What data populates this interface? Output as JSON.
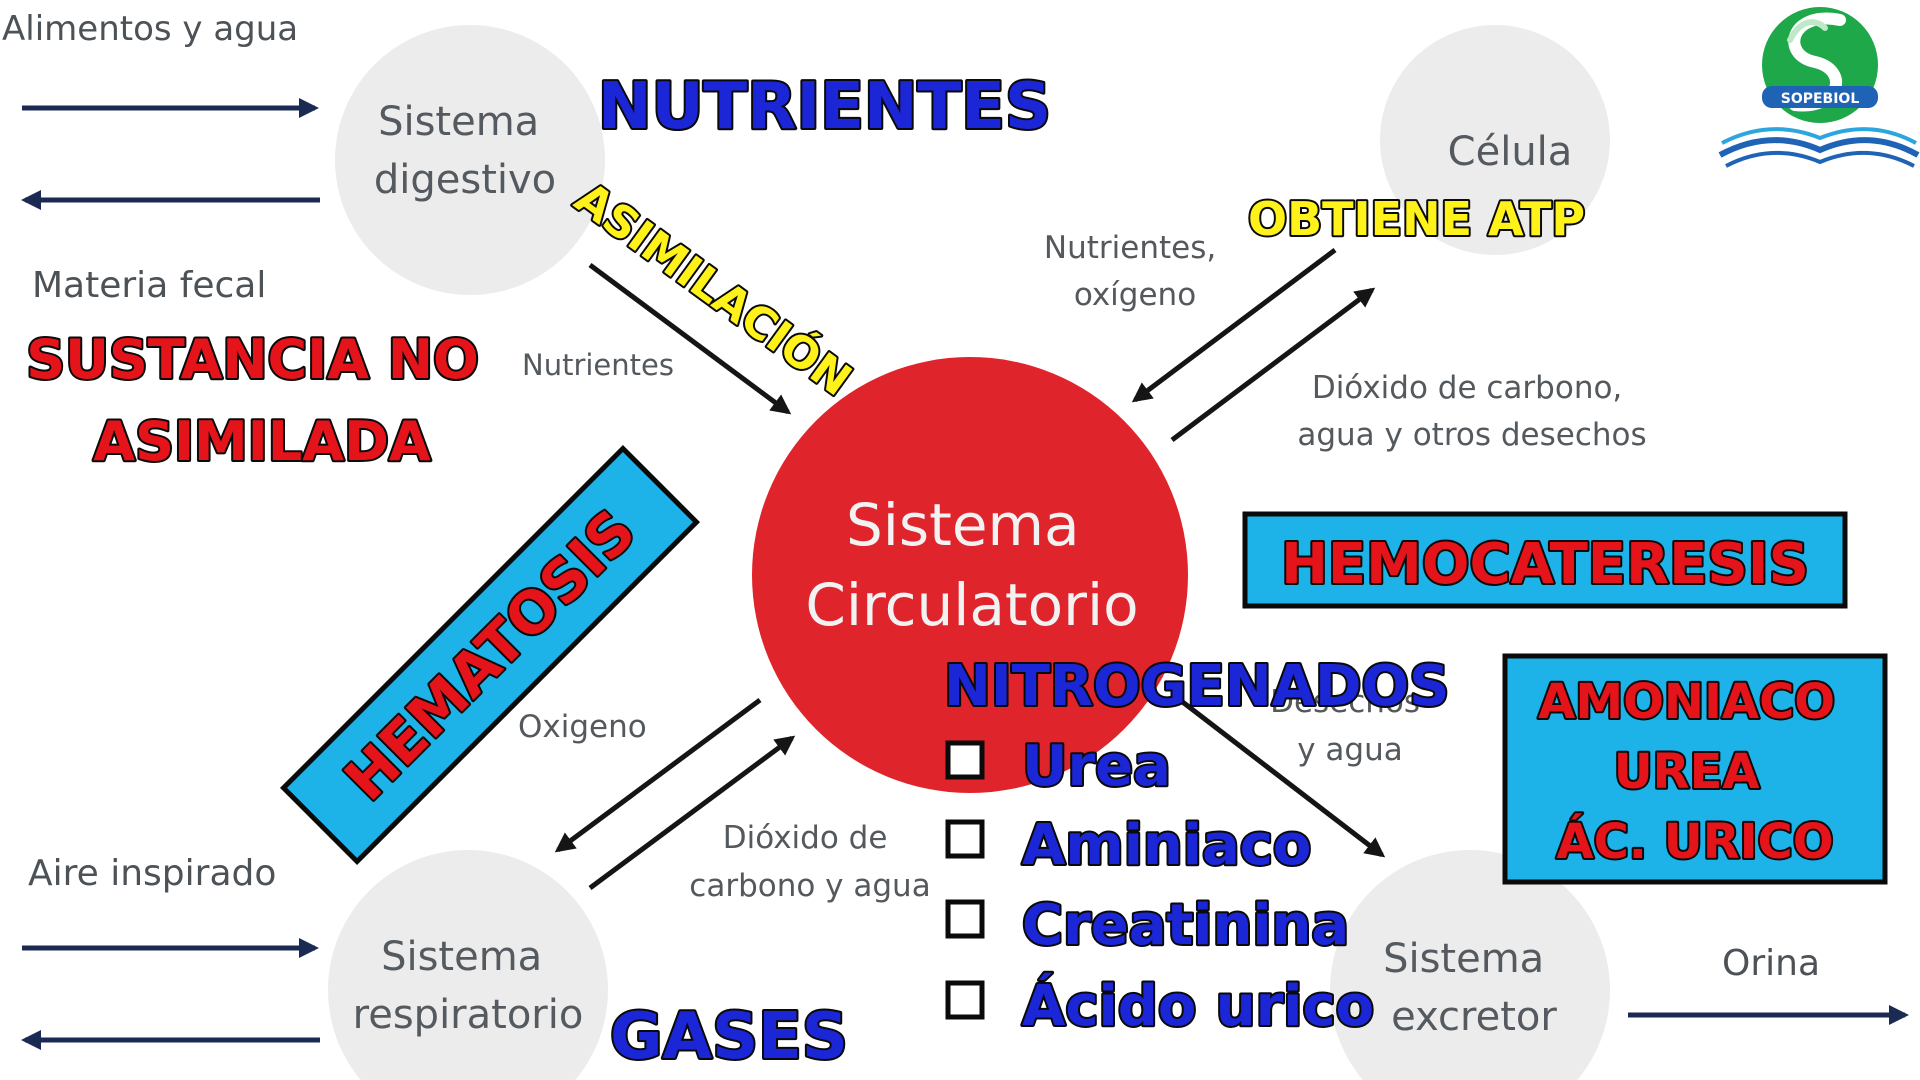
{
  "nodes": {
    "digestive": [
      "Sistema",
      "digestivo"
    ],
    "cell": [
      "Célula"
    ],
    "circulatory": [
      "Sistema",
      "Circulatorio"
    ],
    "respiratory": [
      "Sistema",
      "respiratorio"
    ],
    "excretory": [
      "Sistema",
      "excretor"
    ]
  },
  "labels": {
    "food_water": "Alimentos y agua",
    "fecal_matter": "Materia fecal",
    "nutrients": "Nutrientes",
    "nutrients_oxygen": [
      "Nutrientes,",
      "oxígeno"
    ],
    "co2_water_waste": [
      "Dióxido de carbono,",
      "agua y otros desechos"
    ],
    "oxygen": "Oxigeno",
    "co2_water": [
      "Dióxido de",
      "carbono y agua"
    ],
    "waste_water": [
      "Desechos",
      "y agua"
    ],
    "inspired_air": "Aire inspirado",
    "urine": "Orina"
  },
  "annotations": {
    "nutrientes": "NUTRIENTES",
    "asimilacion": "ASIMILACIÓN",
    "obtiene_atp": "OBTIENE ATP",
    "sustancia_no_asimilada": [
      "SUSTANCIA NO",
      "ASIMILADA"
    ],
    "hematosis": "HEMATOSIS",
    "hemocateresis": "HEMOCATERESIS",
    "nitrogenados_title": "NITROGENADOS",
    "nitrogenados_items": [
      "Urea",
      "Aminiaco",
      "Creatinina",
      "Ácido urico"
    ],
    "amoniaco_list": [
      "AMONIACO",
      "UREA",
      "ÁC. URICO"
    ],
    "gases": "GASES"
  },
  "logo": {
    "text": "SOPEBIOL"
  },
  "colors": {
    "node_gray": "#ececec",
    "circulatory_red": "#e0242c",
    "arrow_navy": "#1b2a52",
    "arrow_black": "#151515",
    "annotation_blue": "#1b26d6",
    "annotation_red": "#e5141a",
    "annotation_yellow": "#fff21a",
    "box_cyan": "#1eb3e8"
  }
}
